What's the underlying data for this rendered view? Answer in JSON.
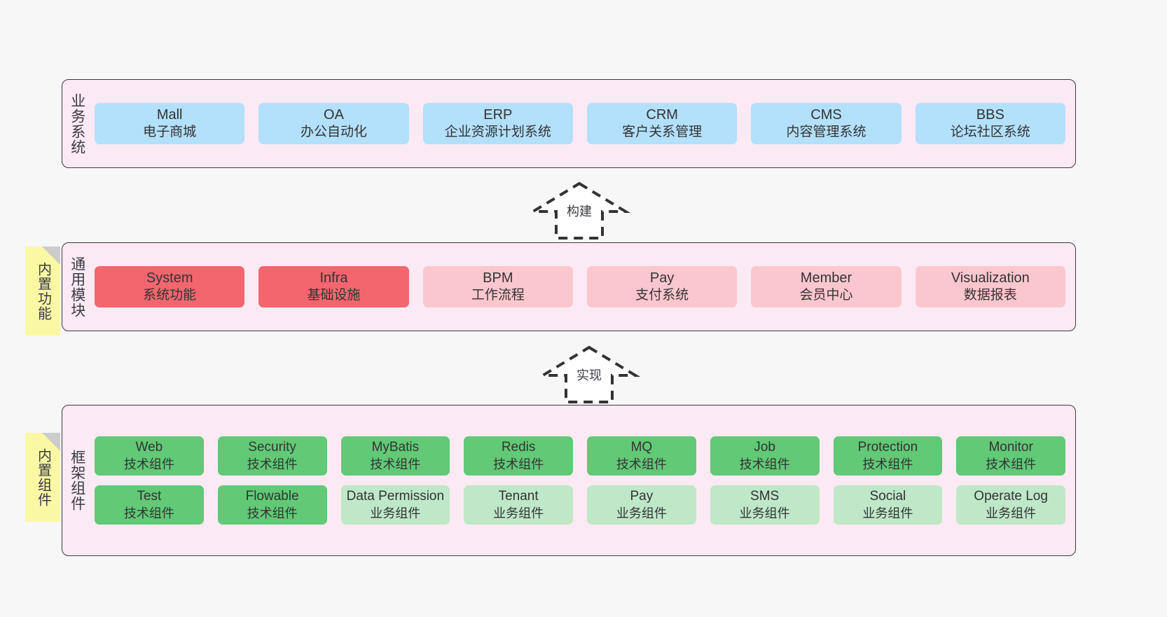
{
  "page": {
    "background": "#f7f7f7",
    "panel_fill": "#fbeaf3",
    "panel_stroke": "#3a3a44",
    "note_fill": "#fbf8a4",
    "note_fold": "#cccccc"
  },
  "layers": {
    "business": {
      "title": "业务系统",
      "fill": "#b3e0fb",
      "items": [
        {
          "en": "Mall",
          "cn": "电子商城"
        },
        {
          "en": "OA",
          "cn": "办公自动化"
        },
        {
          "en": "ERP",
          "cn": "企业资源计划系统"
        },
        {
          "en": "CRM",
          "cn": "客户关系管理"
        },
        {
          "en": "CMS",
          "cn": "内容管理系统"
        },
        {
          "en": "BBS",
          "cn": "论坛社区系统"
        }
      ]
    },
    "common": {
      "title": "通用模块",
      "note": "内置功能",
      "fill_strong": "#f4666e",
      "fill_soft": "#fbc7ce",
      "items": [
        {
          "en": "System",
          "cn": "系统功能",
          "tone": "strong"
        },
        {
          "en": "Infra",
          "cn": "基础设施",
          "tone": "strong"
        },
        {
          "en": "BPM",
          "cn": "工作流程",
          "tone": "soft"
        },
        {
          "en": "Pay",
          "cn": "支付系统",
          "tone": "soft"
        },
        {
          "en": "Member",
          "cn": "会员中心",
          "tone": "soft"
        },
        {
          "en": "Visualization",
          "cn": "数据报表",
          "tone": "soft"
        }
      ]
    },
    "framework": {
      "title": "框架组件",
      "note": "内置组件",
      "fill_tech": "#62c976",
      "fill_biz": "#bfe8c8",
      "row1": [
        {
          "en": "Web",
          "cn": "技术组件",
          "tone": "tech"
        },
        {
          "en": "Security",
          "cn": "技术组件",
          "tone": "tech"
        },
        {
          "en": "MyBatis",
          "cn": "技术组件",
          "tone": "tech"
        },
        {
          "en": "Redis",
          "cn": "技术组件",
          "tone": "tech"
        },
        {
          "en": "MQ",
          "cn": "技术组件",
          "tone": "tech"
        },
        {
          "en": "Job",
          "cn": "技术组件",
          "tone": "tech"
        },
        {
          "en": "Protection",
          "cn": "技术组件",
          "tone": "tech"
        },
        {
          "en": "Monitor",
          "cn": "技术组件",
          "tone": "tech"
        }
      ],
      "row2": [
        {
          "en": "Test",
          "cn": "技术组件",
          "tone": "tech"
        },
        {
          "en": "Flowable",
          "cn": "技术组件",
          "tone": "tech"
        },
        {
          "en": "Data Permission",
          "cn": "业务组件",
          "tone": "biz"
        },
        {
          "en": "Tenant",
          "cn": "业务组件",
          "tone": "biz"
        },
        {
          "en": "Pay",
          "cn": "业务组件",
          "tone": "biz"
        },
        {
          "en": "SMS",
          "cn": "业务组件",
          "tone": "biz"
        },
        {
          "en": "Social",
          "cn": "业务组件",
          "tone": "biz"
        },
        {
          "en": "Operate Log",
          "cn": "业务组件",
          "tone": "biz"
        }
      ]
    }
  },
  "connectors": [
    {
      "label": "构建"
    },
    {
      "label": "实现"
    }
  ]
}
